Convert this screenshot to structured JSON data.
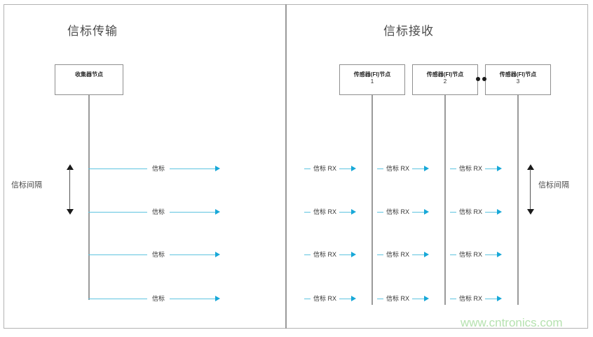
{
  "diagram": {
    "watermark": "www.cntronics.com",
    "accent_color": "#18a8d8",
    "line_color": "#5ec4e0",
    "box_border_color": "#8f8f8f",
    "lifeline_color": "#9a9a9a",
    "watermark_color": "#b6e2b0"
  },
  "panels": {
    "left": {
      "title": "信标传输",
      "node": {
        "label": "收集器节点"
      },
      "interval_label": "信标间隔",
      "messages": [
        {
          "label": "信标"
        },
        {
          "label": "信标"
        },
        {
          "label": "信标"
        },
        {
          "label": "信标"
        }
      ]
    },
    "right": {
      "title": "信标接收",
      "ellipsis": "••",
      "interval_label": "信标间隔",
      "nodes": [
        {
          "label": "传感器(FI)节点",
          "number": "1"
        },
        {
          "label": "传感器(FI)节点",
          "number": "2"
        },
        {
          "label": "传感器(FI)节点",
          "number": "3"
        }
      ],
      "rx_rows": [
        [
          {
            "label": "信标 RX"
          },
          {
            "label": "信标 RX"
          },
          {
            "label": "信标 RX"
          }
        ],
        [
          {
            "label": "信标 RX"
          },
          {
            "label": "信标 RX"
          },
          {
            "label": "信标 RX"
          }
        ],
        [
          {
            "label": "信标 RX"
          },
          {
            "label": "信标 RX"
          },
          {
            "label": "信标 RX"
          }
        ],
        [
          {
            "label": "信标 RX"
          },
          {
            "label": "信标 RX"
          },
          {
            "label": "信标 RX"
          }
        ]
      ]
    }
  }
}
